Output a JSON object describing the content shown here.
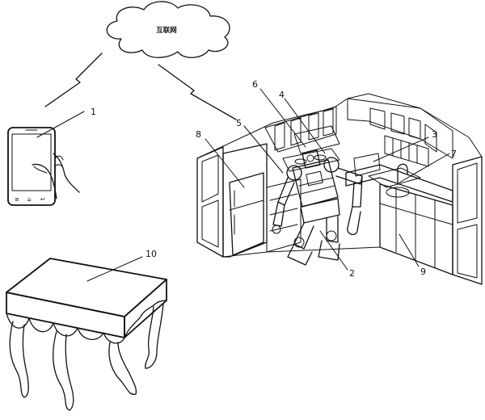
{
  "cloud": {
    "text": "互联网"
  },
  "labels": {
    "phone": "1",
    "robot": "2",
    "sink_counter": "3",
    "upper_cabinet": "4",
    "wall_cabinet": "5",
    "stove": "6",
    "faucet": "7",
    "refrigerator": "8",
    "lower_cabinet": "9",
    "table": "10"
  }
}
